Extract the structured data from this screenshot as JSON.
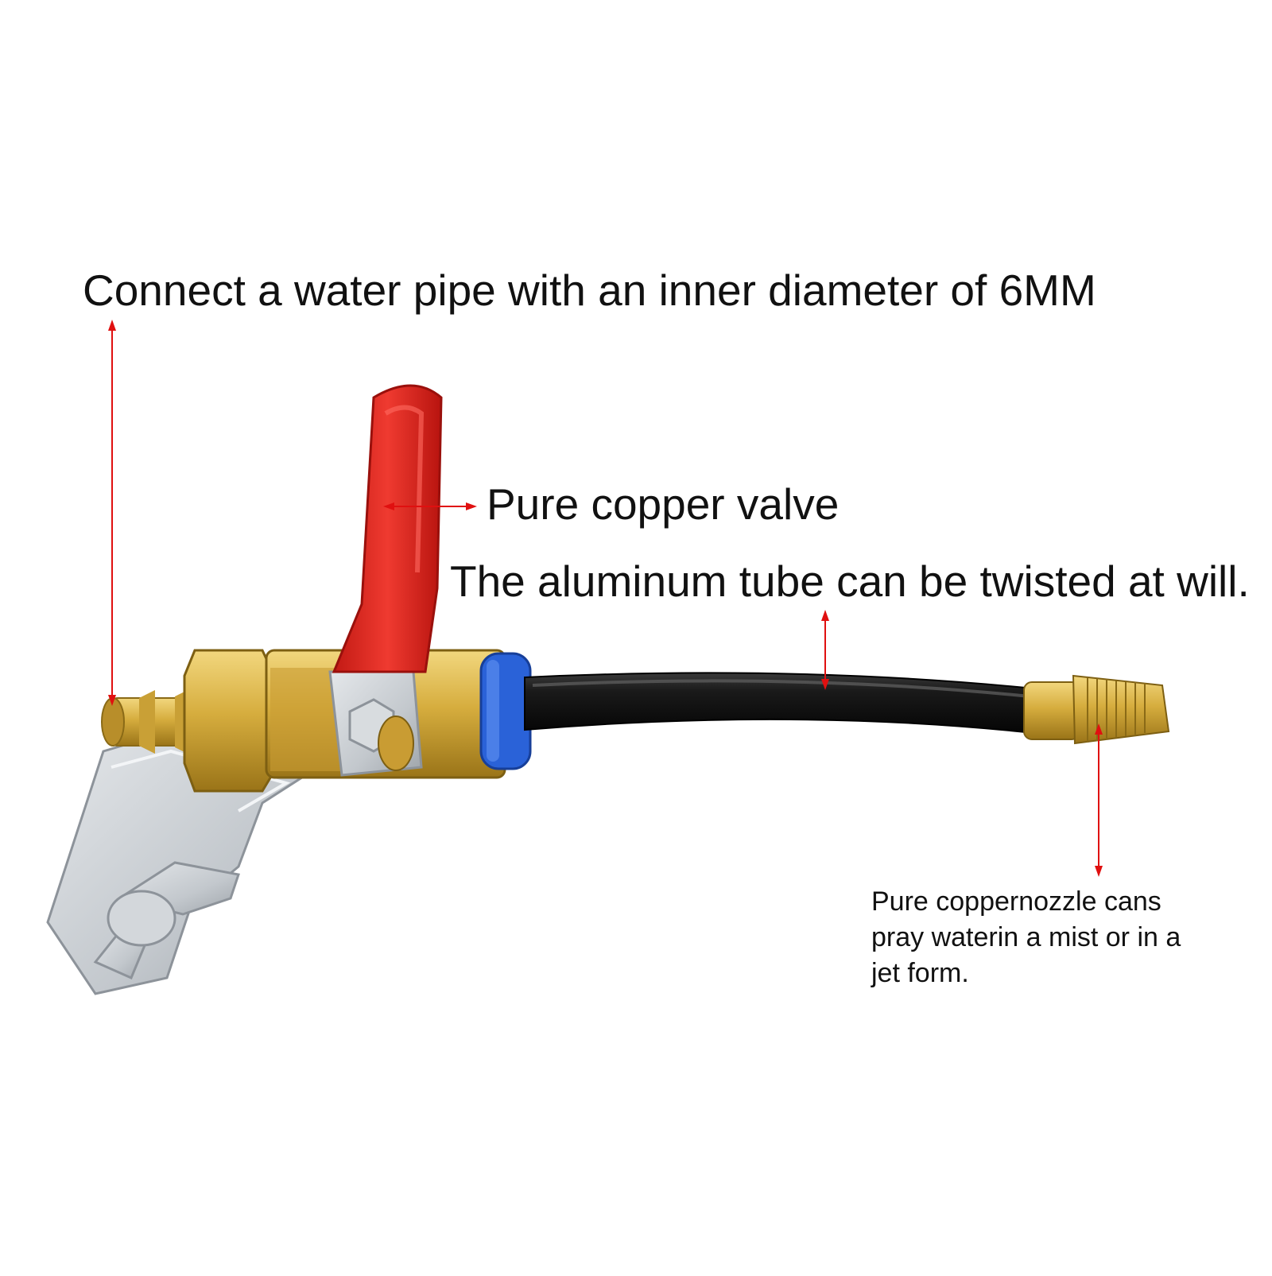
{
  "annotations": {
    "inlet": "Connect a water pipe with an inner diameter of 6MM",
    "valve": "Pure copper valve",
    "tube": "The aluminum tube can be twisted at will.",
    "nozzle_lines": [
      "Pure coppernozzle cans",
      "pray waterin a mist or in a",
      "jet form."
    ]
  },
  "colors": {
    "arrow": "#e01010",
    "brass": "#d6ad3e",
    "handle": "#e62a22",
    "hose": "#1a1a1a",
    "ring": "#2a62d8",
    "bracket": "#c9cdd2",
    "background": "#ffffff",
    "text": "#111111"
  }
}
